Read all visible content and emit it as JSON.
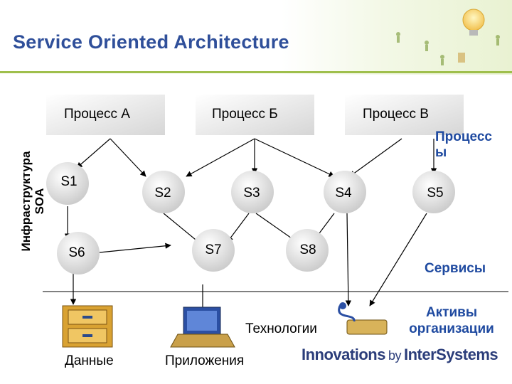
{
  "title": "Service Oriented Architecture",
  "side_label": "Инфраструктура SOA",
  "processes": [
    {
      "label": "Процесс А"
    },
    {
      "label": "Процесс Б"
    },
    {
      "label": "Процесс В"
    }
  ],
  "services": [
    "S1",
    "S2",
    "S3",
    "S4",
    "S5",
    "S6",
    "S7",
    "S8"
  ],
  "layer_labels": {
    "processes": "Процесс ы",
    "services": "Сервисы",
    "assets": "Активы организации"
  },
  "assets": {
    "data": "Данные",
    "applications": "Приложения",
    "technologies": "Технологии"
  },
  "logo": {
    "main": "Innovations",
    "by": "by",
    "brand": "InterSystems"
  },
  "colors": {
    "title": "#2f4f9a",
    "accent_blue": "#1f4aa0",
    "header_rule": "#9fbf4c",
    "node_fill_light": "#ffffff",
    "node_fill_dark": "#c9c9c9"
  }
}
